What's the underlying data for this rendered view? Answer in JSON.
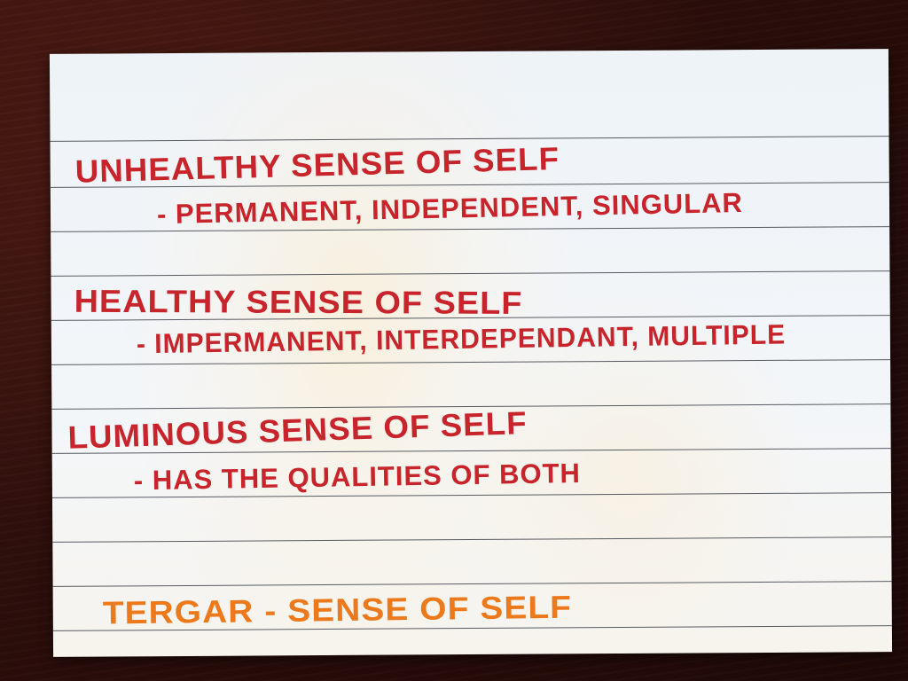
{
  "card": {
    "lines": [
      {
        "text": "UNHEALTHY SENSE OF SELF",
        "style": "heading",
        "color": "#c7242b"
      },
      {
        "text": "- PERMANENT, INDEPENDENT, SINGULAR",
        "style": "sub",
        "color": "#c7242b"
      },
      {
        "text": "HEALTHY SENSE OF SELF",
        "style": "heading",
        "color": "#c7242b"
      },
      {
        "text": "- IMPERMANENT, INTERDEPENDANT, MULTIPLE",
        "style": "sub",
        "color": "#c7242b"
      },
      {
        "text": "LUMINOUS SENSE OF SELF",
        "style": "heading",
        "color": "#c7242b"
      },
      {
        "text": "- HAS THE QUALITIES OF BOTH",
        "style": "sub",
        "color": "#c7242b"
      },
      {
        "text": "TERGAR - SENSE OF SELF",
        "style": "heading",
        "color": "#ec7a1c"
      }
    ]
  }
}
